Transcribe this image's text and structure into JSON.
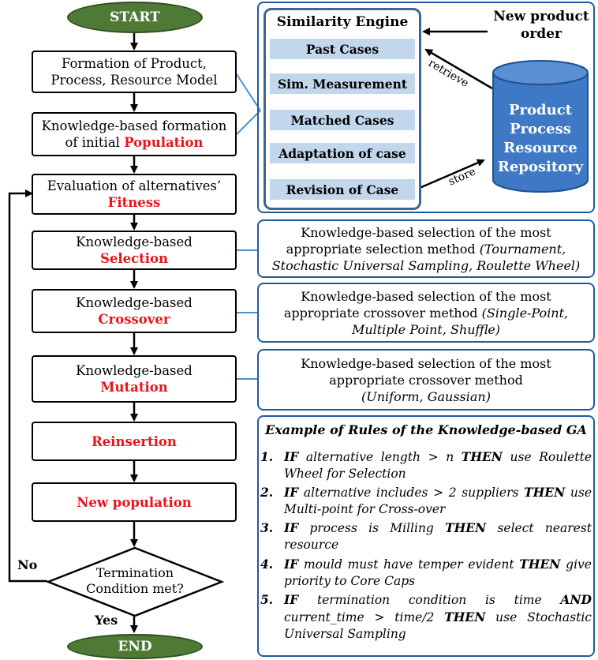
{
  "flow": {
    "start": "START",
    "end": "END",
    "formation": {
      "line1": "Formation of Product,",
      "line2": "Process, Resource Model"
    },
    "population": {
      "line1": "Knowledge-based formation",
      "line2_prefix": "of initial ",
      "line2_red": "Population"
    },
    "fitness": {
      "line1": "Evaluation of alternatives’",
      "red": "Fitness"
    },
    "selection": {
      "line1": "Knowledge-based",
      "red": "Selection"
    },
    "crossover": {
      "line1": "Knowledge-based",
      "red": "Crossover"
    },
    "mutation": {
      "line1": "Knowledge-based",
      "red": "Mutation"
    },
    "reinsertion": "Reinsertion",
    "new_population": "New population",
    "termination": {
      "line1": "Termination",
      "line2": "Condition met?"
    },
    "no_label": "No",
    "yes_label": "Yes"
  },
  "engine": {
    "title": "Similarity Engine",
    "steps": [
      "Past Cases",
      "Sim. Measurement",
      "Matched Cases",
      "Adaptation of case",
      "Revision of Case"
    ],
    "new_order": {
      "line1": "New product",
      "line2": "order"
    },
    "repository": {
      "line1": "Product",
      "line2": "Process",
      "line3": "Resource",
      "line4": "Repository"
    },
    "retrieve_label": "retrieve",
    "store_label": "store"
  },
  "notes": {
    "selection": {
      "line1": "Knowledge-based selection of the most",
      "line2_plain": "appropriate selection method ",
      "line2_italic": "(Tournament,",
      "line3_italic": "Stochastic Universal Sampling, Roulette Wheel)"
    },
    "crossover": {
      "line1": "Knowledge-based selection of the most",
      "line2_plain": "appropriate crossover method ",
      "line2_italic": "(Single-Point,",
      "line3_italic": "Multiple Point, Shuffle)"
    },
    "mutation": {
      "line1": "Knowledge-based selection of the most",
      "line2": "appropriate crossover method",
      "line3_italic": "(Uniform, Gaussian)"
    }
  },
  "rules": {
    "title": "Example of Rules of the Knowledge-based GA",
    "items": [
      {
        "num": "1.",
        "parts": [
          {
            "k": "IF"
          },
          {
            "t": " alternative length > n "
          },
          {
            "k": "THEN"
          },
          {
            "t": " use Roulette Wheel for Selection"
          }
        ]
      },
      {
        "num": "2.",
        "parts": [
          {
            "k": "IF"
          },
          {
            "t": " alternative includes > 2 suppliers "
          },
          {
            "k": "THEN"
          },
          {
            "t": " use Multi-point for Cross-over"
          }
        ]
      },
      {
        "num": "3.",
        "parts": [
          {
            "k": "IF"
          },
          {
            "t": " process is Milling "
          },
          {
            "k": "THEN"
          },
          {
            "t": " select nearest resource"
          }
        ]
      },
      {
        "num": "4.",
        "parts": [
          {
            "k": "IF"
          },
          {
            "t": " mould must have temper evident "
          },
          {
            "k": "THEN"
          },
          {
            "t": " give priority to Core Caps"
          }
        ]
      },
      {
        "num": "5.",
        "parts": [
          {
            "k": "IF"
          },
          {
            "t": " termination condition is time "
          },
          {
            "k": "AND"
          },
          {
            "t": " current_time > time/2 "
          },
          {
            "k": "THEN"
          },
          {
            "t": " use Stochastic Universal Sampling"
          }
        ]
      }
    ]
  },
  "colors": {
    "terminal": "#4e7a35",
    "accent_red": "#e8141b",
    "blue_border": "#1f5b9c",
    "step_fill": "#c2d6ec",
    "cylinder": "#3f78c4"
  }
}
